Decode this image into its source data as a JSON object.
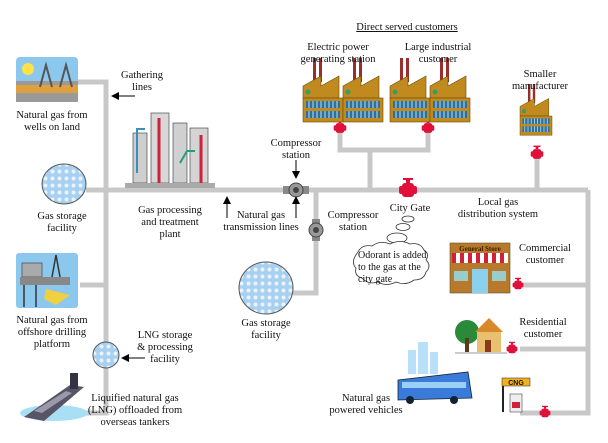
{
  "title": "Direct served customers",
  "labels": {
    "wells": [
      "Natural gas from",
      "wells on land"
    ],
    "gathering": [
      "Gathering",
      "lines"
    ],
    "storage_left": [
      "Gas storage",
      "facility"
    ],
    "processing": [
      "Gas processing",
      "and treatment",
      "plant"
    ],
    "compressor_top": [
      "Compressor",
      "station"
    ],
    "transmission": [
      "Natural gas",
      "transmission lines"
    ],
    "compressor_mid": [
      "Compressor",
      "station"
    ],
    "storage_mid": [
      "Gas storage",
      "facility"
    ],
    "city_gate": "City Gate",
    "odorant": [
      "Odorant is added",
      "to the gas at the",
      "city gate"
    ],
    "local": [
      "Local gas",
      "distribution system"
    ],
    "electric": [
      "Electric power",
      "generating station"
    ],
    "industrial": [
      "Large industrial",
      "customer"
    ],
    "smaller": [
      "Smaller",
      "manufacturer"
    ],
    "commercial": [
      "Commercial",
      "customer"
    ],
    "residential": [
      "Residential",
      "customer"
    ],
    "vehicles": [
      "Natural gas",
      "powered vehicles"
    ],
    "offshore": [
      "Natural gas from",
      "offshore drilling",
      "platform"
    ],
    "lng_storage": [
      "LNG storage",
      "& processing",
      "facility"
    ],
    "lng_tankers": [
      "Liquified natural gas",
      "(LNG) offloaded from",
      "overseas tankers"
    ]
  },
  "signs": {
    "store": "General Store",
    "cng": "CNG"
  },
  "colors": {
    "pipe": "#c8c8c8",
    "valve": "#e0103a",
    "factory": "#b8860b",
    "storage": "#a8d0f0",
    "compressor": "#888888"
  }
}
